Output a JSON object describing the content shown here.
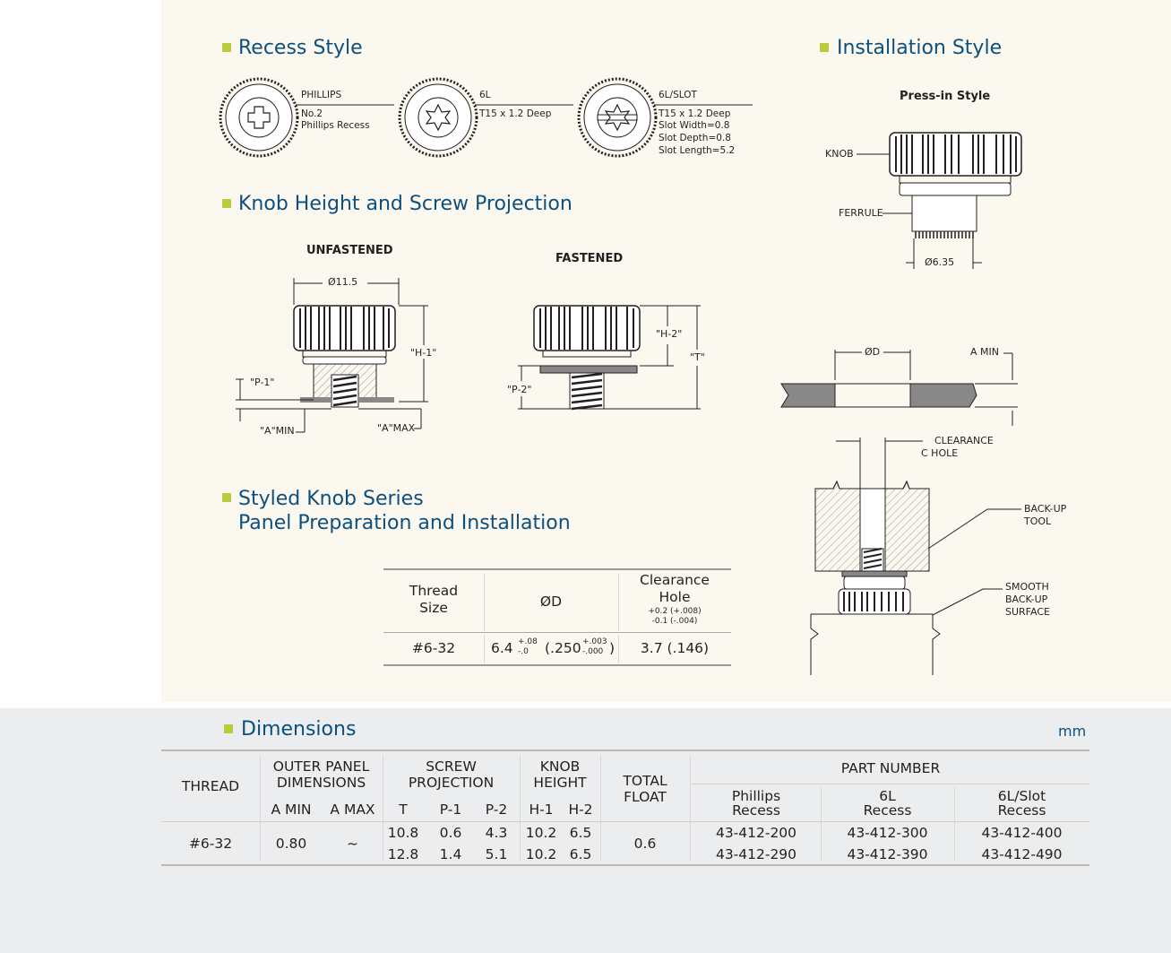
{
  "sections": {
    "recess_style": "Recess Style",
    "installation_style": "Installation Style",
    "knob_height": "Knob Height and Screw Projection",
    "styled_knob_line1": "Styled Knob Series",
    "styled_knob_line2": "Panel Preparation and Installation",
    "dimensions": "Dimensions"
  },
  "recess": {
    "phillips": {
      "name": "PHILLIPS",
      "line1": "No.2",
      "line2": "Phillips Recess"
    },
    "sixl": {
      "name": "6L",
      "line1": "T15 x 1.2 Deep"
    },
    "sixl_slot": {
      "name": "6L/SLOT",
      "line1": "T15 x 1.2 Deep",
      "line2": "Slot Width=0.8",
      "line3": "Slot Depth=0.8",
      "line4": "Slot Length=5.2"
    }
  },
  "install": {
    "press_in": "Press-in Style",
    "knob": "KNOB",
    "ferrule": "FERRULE",
    "dia": "Ø6.35",
    "od": "ØD",
    "amin": "A MIN",
    "clearance1": "CLEARANCE",
    "clearance2": "C  HOLE",
    "backup1": "BACK-UP",
    "backup2": "TOOL",
    "smooth1": "SMOOTH",
    "smooth2": "BACK-UP",
    "smooth3": "SURFACE"
  },
  "knob_figs": {
    "unfastened": "UNFASTENED",
    "fastened": "FASTENED",
    "d115": "Ø11.5",
    "h1": "\"H-1\"",
    "p1": "\"P-1\"",
    "amin": "\"A\"MIN",
    "amax": "\"A\"MAX",
    "h2": "\"H-2\"",
    "t": "\"T\"",
    "p2": "\"P-2\""
  },
  "clearance_table": {
    "h_thread1": "Thread",
    "h_thread2": "Size",
    "h_od": "ØD",
    "h_clear1": "Clearance",
    "h_clear2": "Hole",
    "h_tol1": "+0.2 (+.008)",
    "h_tol2": "-0.1 (-.004)",
    "r_thread": "#6-32",
    "r_od_main": "6.4",
    "r_od_tol_up": "+.08",
    "r_od_tol_dn": "-.0",
    "r_od_in": "(.250",
    "r_od_in_up": "+.003",
    "r_od_in_dn": "-.000",
    "r_od_close": ")",
    "r_clear": "3.7 (.146)"
  },
  "dim_table": {
    "unit": "mm",
    "thread": "THREAD",
    "outer1": "OUTER PANEL",
    "outer2": "DIMENSIONS",
    "amin": "A MIN",
    "amax": "A MAX",
    "screw1": "SCREW",
    "screw2": "PROJECTION",
    "t": "T",
    "p1": "P-1",
    "p2": "P-2",
    "knob1": "KNOB",
    "knob2": "HEIGHT",
    "h1": "H-1",
    "h2": "H-2",
    "total1": "TOTAL",
    "total2": "FLOAT",
    "part": "PART NUMBER",
    "phil1": "Phillips",
    "phil2": "Recess",
    "sixl1": "6L",
    "sixl2": "Recess",
    "slot1": "6L/Slot",
    "slot2": "Recess",
    "row_thread": "#6-32",
    "row_amin": "0.80",
    "row_amax": "~",
    "row_float": "0.6",
    "rows": [
      {
        "t": "10.8",
        "p1": "0.6",
        "p2": "4.3",
        "h1": "10.2",
        "h2": "6.5",
        "phil": "43-412-200",
        "sixl": "43-412-300",
        "slot": "43-412-400"
      },
      {
        "t": "12.8",
        "p1": "1.4",
        "p2": "5.1",
        "h1": "10.2",
        "h2": "6.5",
        "phil": "43-412-290",
        "sixl": "43-412-390",
        "slot": "43-412-490"
      }
    ]
  }
}
